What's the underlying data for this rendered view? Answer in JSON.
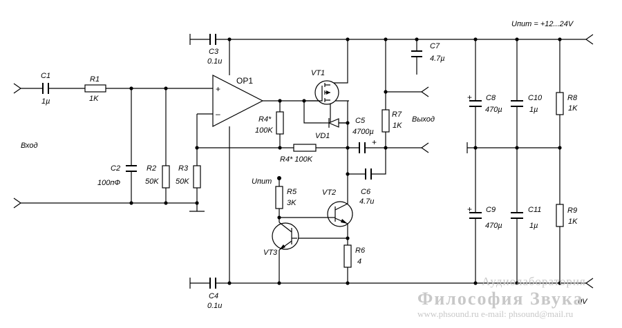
{
  "labels": {
    "c1": "C1",
    "c1_val": "1µ",
    "r1": "R1",
    "r1_val": "1K",
    "c2": "C2",
    "c2_val": "100пФ",
    "r2": "R2",
    "r2_val": "50K",
    "r3": "R3",
    "r3_val": "50K",
    "c3": "C3",
    "c3_val": "0.1u",
    "c4": "C4",
    "c4_val": "0.1u",
    "op1": "OP1",
    "plus": "+",
    "minus": "–",
    "r4a": "R4*",
    "r4a_val": "100K",
    "r4b": "R4* 100K",
    "vt1": "VT1",
    "vd1": "VD1",
    "c5": "C5",
    "c5_val": "4700µ",
    "c5_plus": "+",
    "r7": "R7",
    "r7_val": "1K",
    "c6": "C6",
    "c6_val": "4.7u",
    "c7": "C7",
    "c7_val": "4.7µ",
    "vt2": "VT2",
    "vt3": "VT3",
    "r5": "R5",
    "r5_val": "3K",
    "upit_small": "Uпит",
    "r6": "R6",
    "r6_val": "4",
    "c8": "C8",
    "c8_val": "470µ",
    "c9": "C9",
    "c9_val": "470µ",
    "c10": "C10",
    "c10_val": "1µ",
    "c11": "C11",
    "c11_val": "1µ",
    "r8": "R8",
    "r8_val": "1K",
    "r9": "R9",
    "r9_val": "1K",
    "cap_plus": "+",
    "input": "Вход",
    "output": "Выход",
    "supply": "Uпит = +12...24V",
    "zero": "0V"
  },
  "watermark": {
    "line1": "Аудиолаборатория",
    "line2": "Философия Звука",
    "line3": "www.phsound.ru   e-mail: phsound@mail.ru"
  }
}
